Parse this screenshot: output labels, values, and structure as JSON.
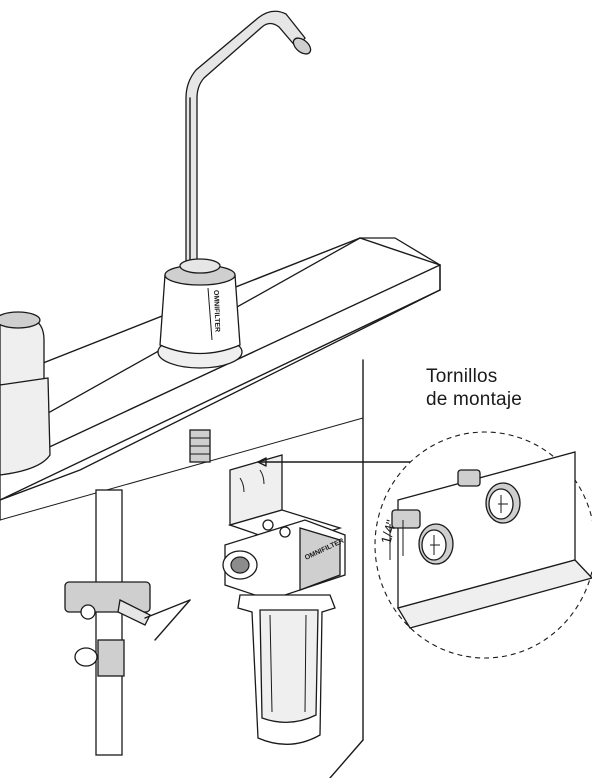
{
  "labels": {
    "mounting_screws_line1": "Tornillos",
    "mounting_screws_line2": "de montaje",
    "dimension": "1/4\""
  },
  "brand": {
    "faucet_base": "OMNIFILTER",
    "filter_head": "OMNIFILTER"
  },
  "colors": {
    "ink": "#1a1a1a",
    "metal": "#e6e6e6",
    "shade": "#cfcfcf"
  }
}
